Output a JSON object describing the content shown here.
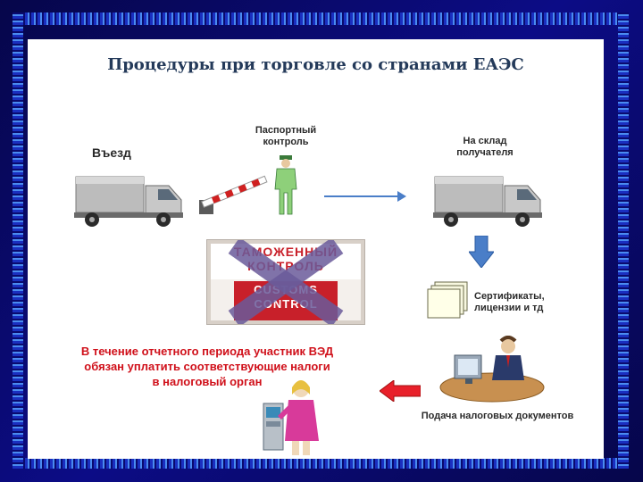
{
  "slide": {
    "title": "Процедуры  при  торговле со странами ЕАЭС",
    "entry_label": "Въезд",
    "passport_label_1": "Паспортный",
    "passport_label_2": "контроль",
    "warehouse_label_1": "На склад",
    "warehouse_label_2": "получателя",
    "certs_label_1": "Сертификаты,",
    "certs_label_2": "лицензии и тд",
    "tax_docs_label": "Подача налоговых документов",
    "tax_note_1": "В течение отчетного периода участник ВЭД",
    "tax_note_2": "обязан уплатить соответствующие налоги",
    "tax_note_3": "в налоговый орган",
    "customs_sign_1": "ТАМОЖЕННЫЙ",
    "customs_sign_2": "КОНТРОЛЬ",
    "customs_sign_3": "CUSTOMS",
    "customs_sign_4": "CONTROL"
  },
  "colors": {
    "frame": "#0a0a6e",
    "title": "#243a5a",
    "arrow_blue": "#4a7ec8",
    "arrow_red": "#e8202a",
    "cross": "#6a5a9a",
    "tax_note": "#d0101a"
  }
}
